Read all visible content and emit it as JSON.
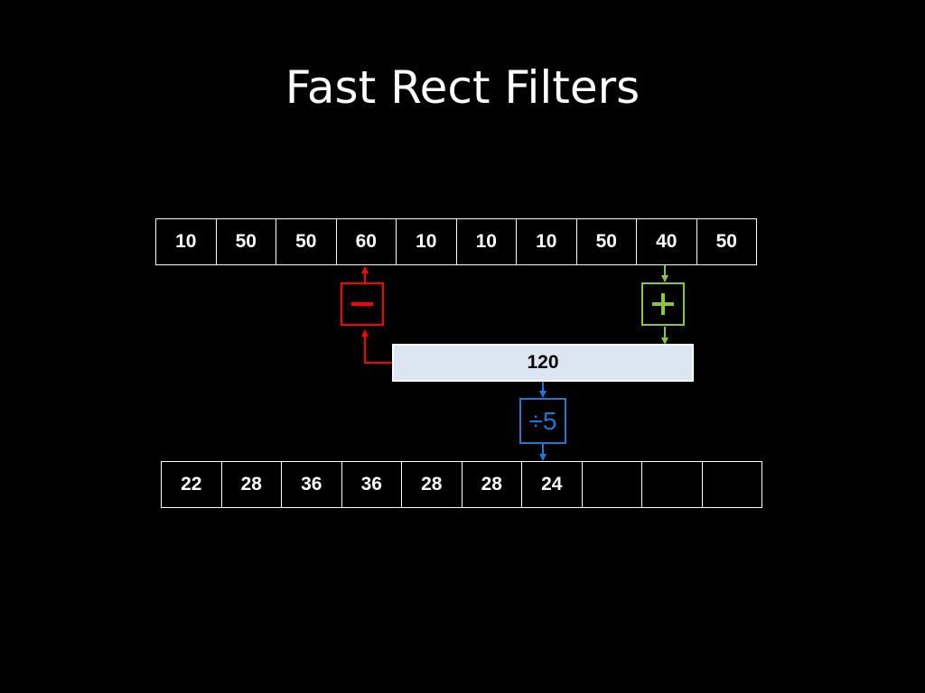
{
  "slide": {
    "title": "Fast Rect Filters"
  },
  "input_row": {
    "values": [
      "10",
      "50",
      "50",
      "60",
      "10",
      "10",
      "10",
      "50",
      "40",
      "50"
    ]
  },
  "output_row": {
    "values": [
      "22",
      "28",
      "36",
      "36",
      "28",
      "28",
      "24",
      "",
      "",
      ""
    ]
  },
  "running_sum": {
    "value": "120"
  },
  "operators": {
    "divide_label": "÷5"
  },
  "colors": {
    "subtract": "#ff0000",
    "add": "#8cc63f",
    "divide": "#1f78d1",
    "sum_fill": "#dce6f2"
  }
}
